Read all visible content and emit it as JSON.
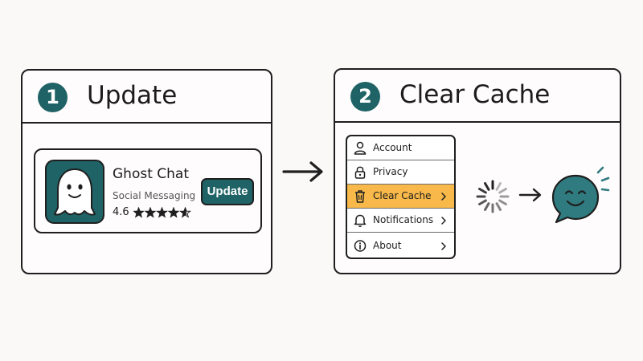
{
  "steps": [
    {
      "number": "1",
      "title": "Update"
    },
    {
      "number": "2",
      "title": "Clear Cache"
    }
  ],
  "app": {
    "name": "Ghost Chat",
    "category": "Social Messaging",
    "rating_text": "4.6",
    "rating": 4.6,
    "rating_max": 5,
    "icon": "ghost-icon",
    "update_label": "Update"
  },
  "menu": {
    "items": [
      {
        "label": "Account",
        "icon": "user-icon",
        "chevron": false,
        "active": false
      },
      {
        "label": "Privacy",
        "icon": "lock-icon",
        "chevron": false,
        "active": false
      },
      {
        "label": "Clear Cache",
        "icon": "trash-icon",
        "chevron": true,
        "active": true
      },
      {
        "label": "Notifications",
        "icon": "bell-icon",
        "chevron": true,
        "active": false
      },
      {
        "label": "About",
        "icon": "info-icon",
        "chevron": true,
        "active": false
      }
    ]
  },
  "colors": {
    "teal": "#1f6366",
    "bubble": "#2f7b7f",
    "highlight": "#f8b94a",
    "outline": "#1f1f1f"
  }
}
